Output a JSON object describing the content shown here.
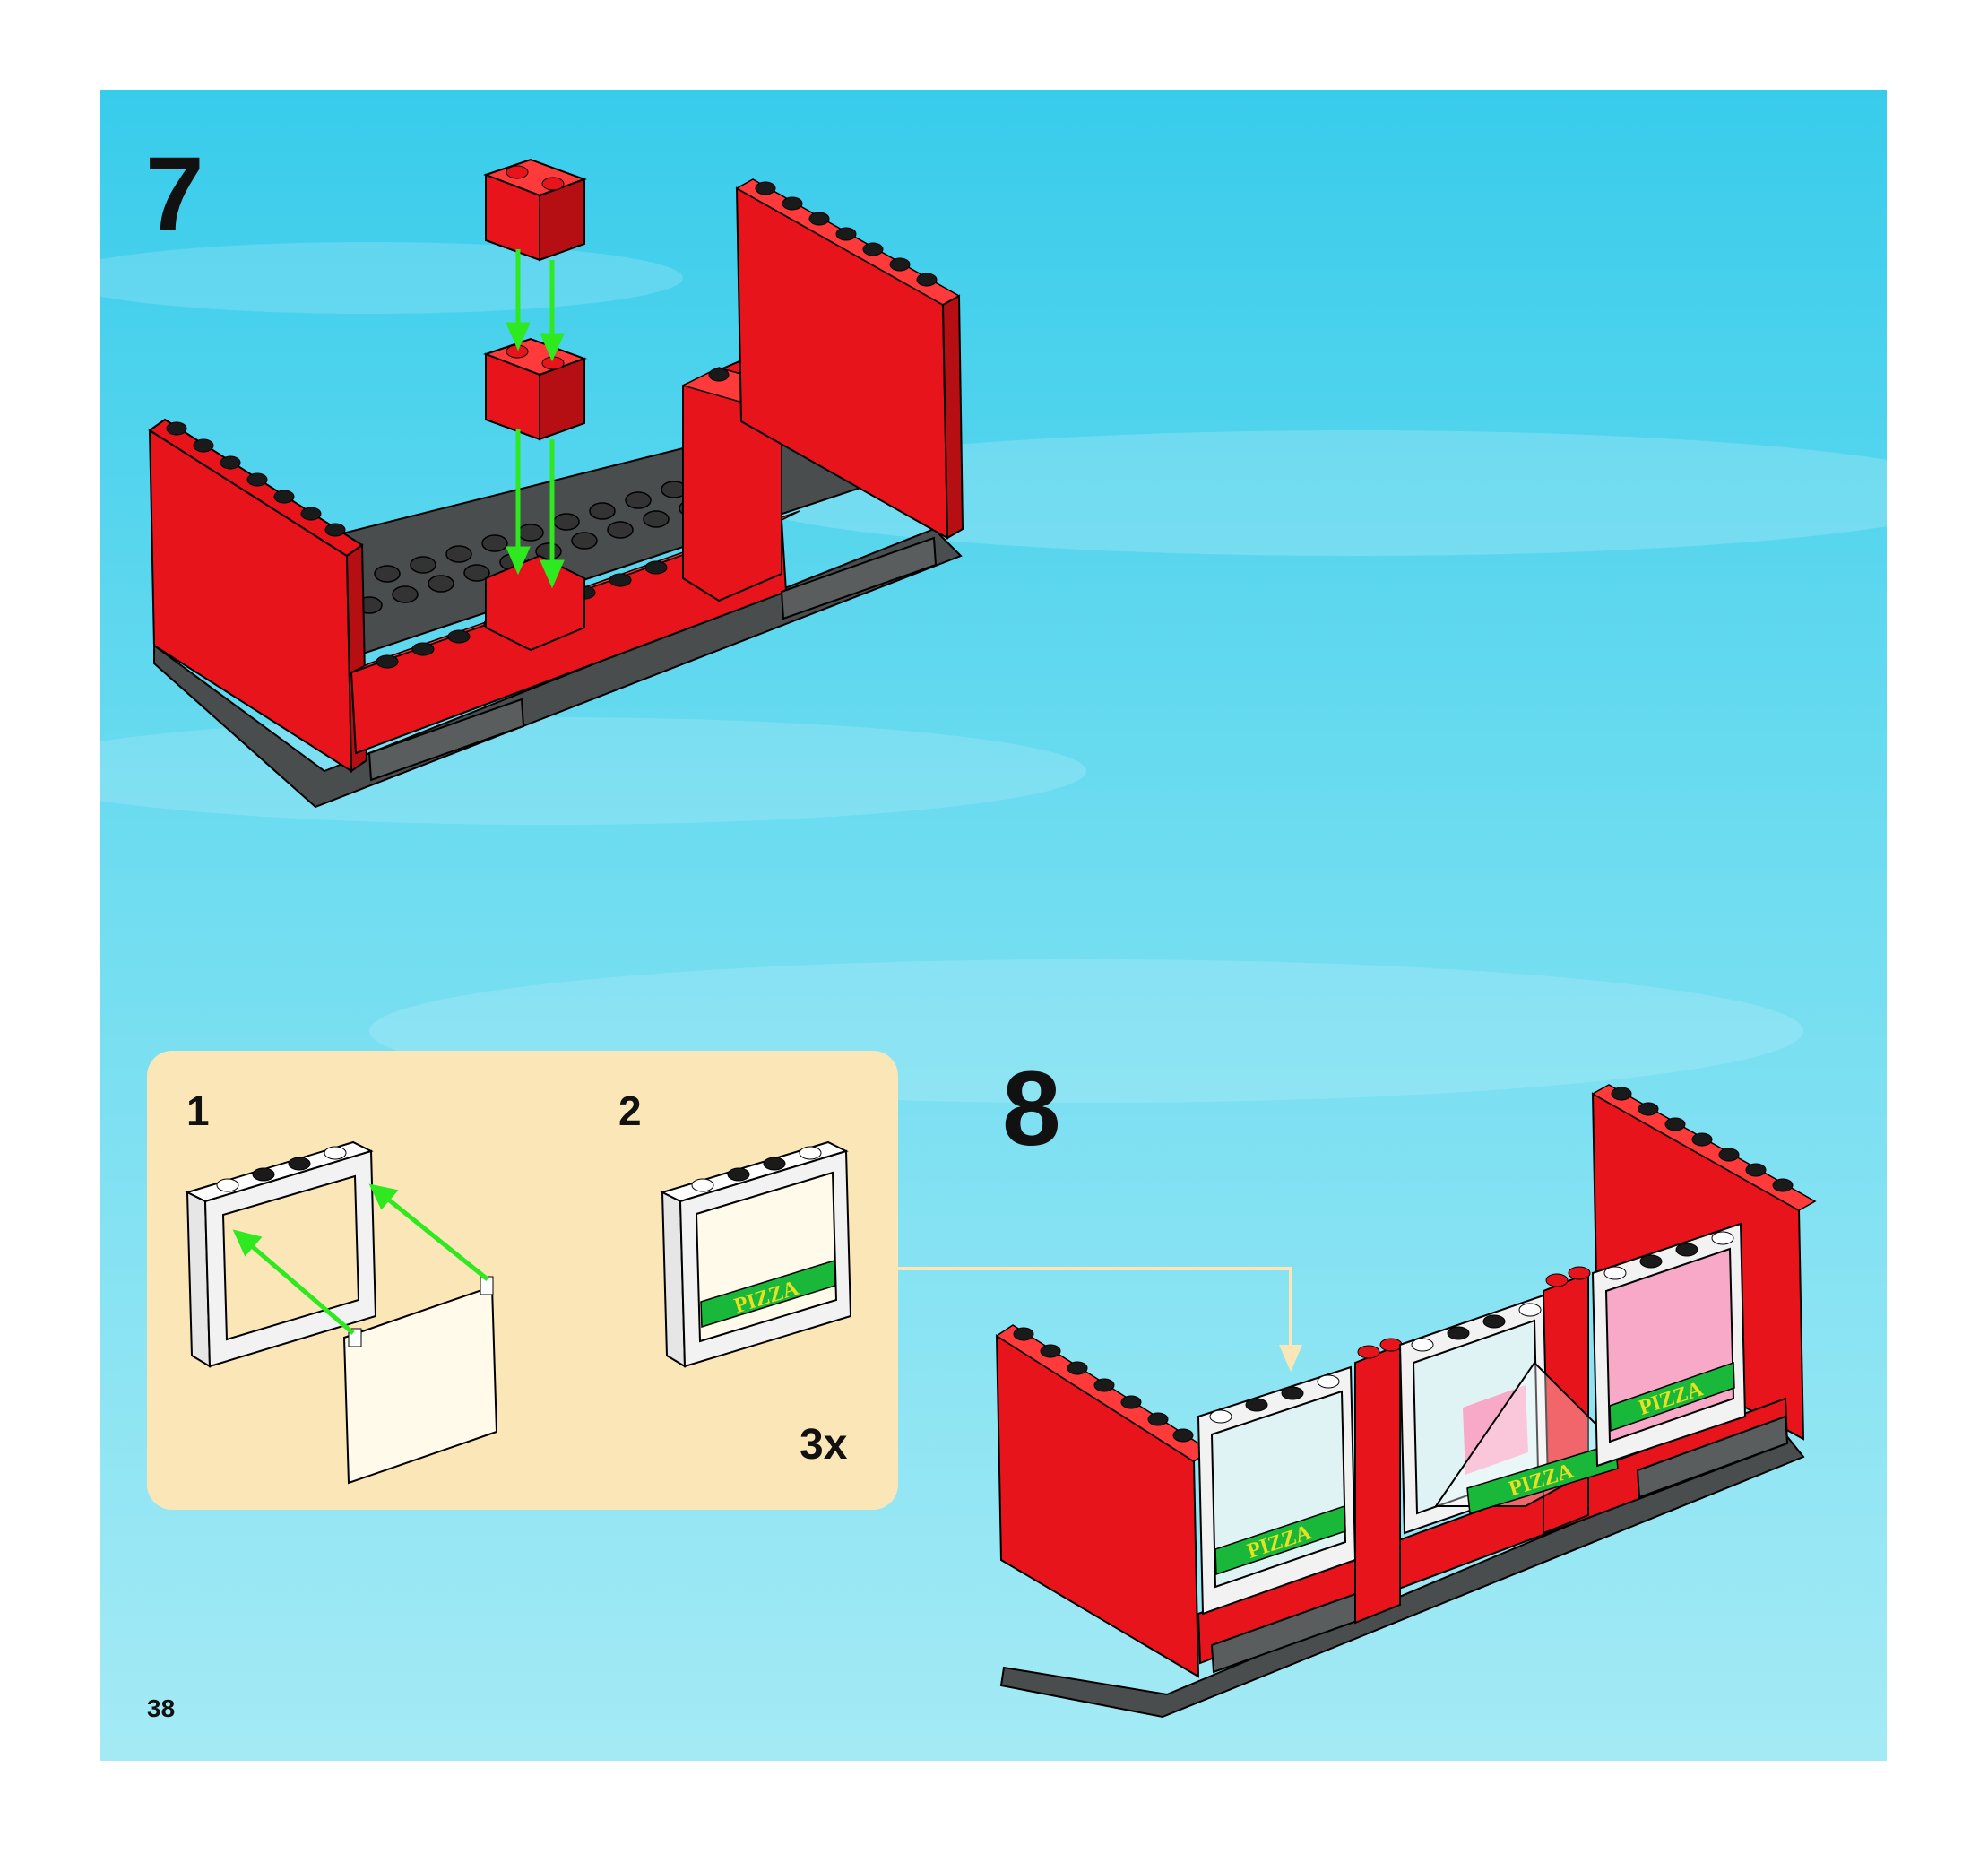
{
  "page_number": "38",
  "steps": [
    {
      "number": "7"
    },
    {
      "number": "8"
    }
  ],
  "callout": {
    "substeps": [
      {
        "number": "1"
      },
      {
        "number": "2"
      }
    ],
    "quantity": "3x",
    "sign_text": "PIZZA"
  },
  "colors": {
    "background_top": "#3fd0ec",
    "background_bottom": "#a6ecf6",
    "brick_red": "#e8141b",
    "baseplate_gray": "#4a4d4d",
    "arrow_green": "#2ee820",
    "callout_bg": "#fbe6b7",
    "sign_green": "#1ab83a",
    "sign_text": "#e8e020",
    "window_white": "#f2f2f2"
  }
}
